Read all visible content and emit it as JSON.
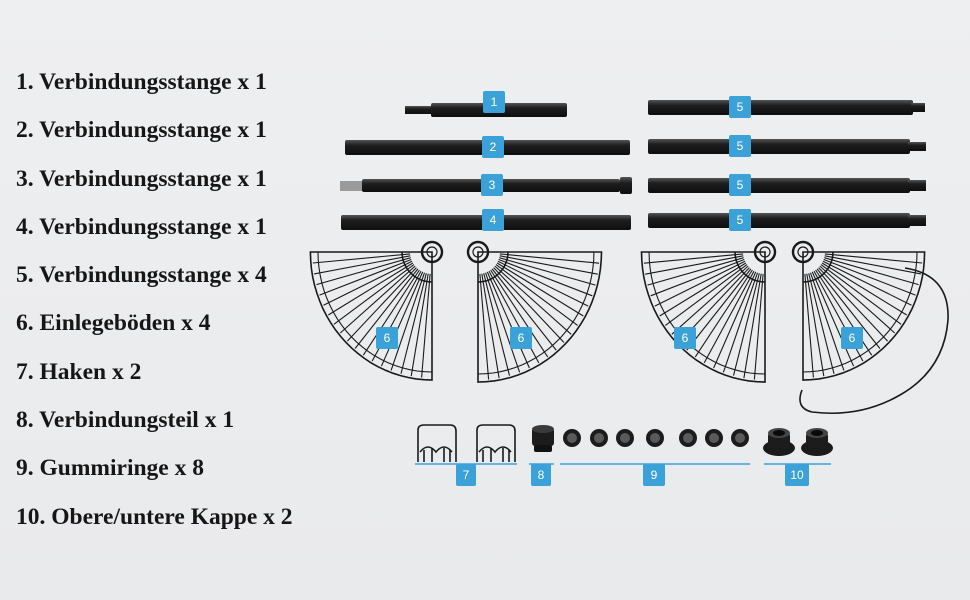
{
  "parts": [
    "1. Verbindungsstange x 1",
    "2. Verbindungsstange x 1",
    "3. Verbindungsstange x 1",
    "4. Verbindungsstange x 1",
    "5. Verbindungsstange x 4",
    "6. Einlegeböden x 4",
    "7. Haken x 2",
    "8. Verbindungsteil x 1",
    "9. Gummiringe x 8",
    "10. Obere/untere Kappe x 2"
  ],
  "labels": {
    "rod_1": "1",
    "rod_2": "2",
    "rod_3": "3",
    "rod_4": "4",
    "rod_5": "5",
    "shelf": "6",
    "hooks": "7",
    "connector": "8",
    "rings": "9",
    "caps": "10"
  },
  "colors": {
    "badge": "#3aa2d8",
    "metal": "#1c1c1c",
    "background": "#ececee"
  }
}
